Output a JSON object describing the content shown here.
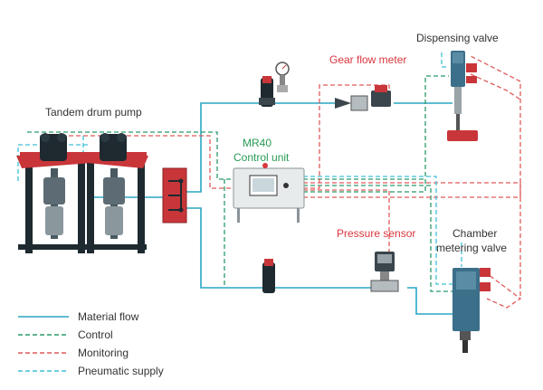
{
  "labels": {
    "tandem_pump": "Tandem drum pump",
    "control_unit_line1": "MR40",
    "control_unit_line2": "Control unit",
    "gear_flow_meter": "Gear flow meter",
    "dispensing_valve": "Dispensing valve",
    "pressure_sensor": "Pressure sensor",
    "chamber_line1": "Chamber",
    "chamber_line2": "metering valve"
  },
  "legend": [
    {
      "label": "Material flow",
      "color": "#2aa6c4",
      "style": "solid"
    },
    {
      "label": "Control",
      "color": "#2a9a6a",
      "style": "dashed"
    },
    {
      "label": "Monitoring",
      "color": "#e05a5a",
      "style": "dashed"
    },
    {
      "label": "Pneumatic supply",
      "color": "#3fc0d8",
      "style": "dashed"
    }
  ],
  "colors": {
    "material": "#2aa6c4",
    "control": "#2a9a6a",
    "monitoring": "#e05a5a",
    "pneumatic": "#3fc0d8",
    "pump_red": "#c8363a",
    "equipment_dark": "#1e2a30",
    "valve_blue": "#3c6f8a"
  }
}
